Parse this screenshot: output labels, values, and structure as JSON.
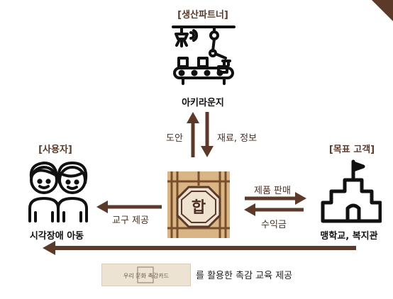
{
  "colors": {
    "arrow": "#5c3a2a",
    "accent": "#5a3a2a",
    "icon": "#111111"
  },
  "producer": {
    "bracket": "[생산파트너]",
    "name": "아키라운지"
  },
  "user": {
    "bracket": "[사용자]",
    "name": "시각장애 아동"
  },
  "target": {
    "bracket": "[목표 고객]",
    "name": "맹학교, 복지관"
  },
  "flows": {
    "design": "도안",
    "materials_info": "재료, 정보",
    "product_sales": "제품 판매",
    "revenue": "수익금",
    "tool_supply": "교구 제공"
  },
  "center": {
    "glyph": "합"
  },
  "caption": {
    "strip_text": "우리 문화 촉감카드",
    "text": "를 활용한 촉감 교육 제공"
  },
  "icons": [
    "factory-robot-icon",
    "children-icon",
    "school-building-icon",
    "tactile-tile-icon"
  ]
}
